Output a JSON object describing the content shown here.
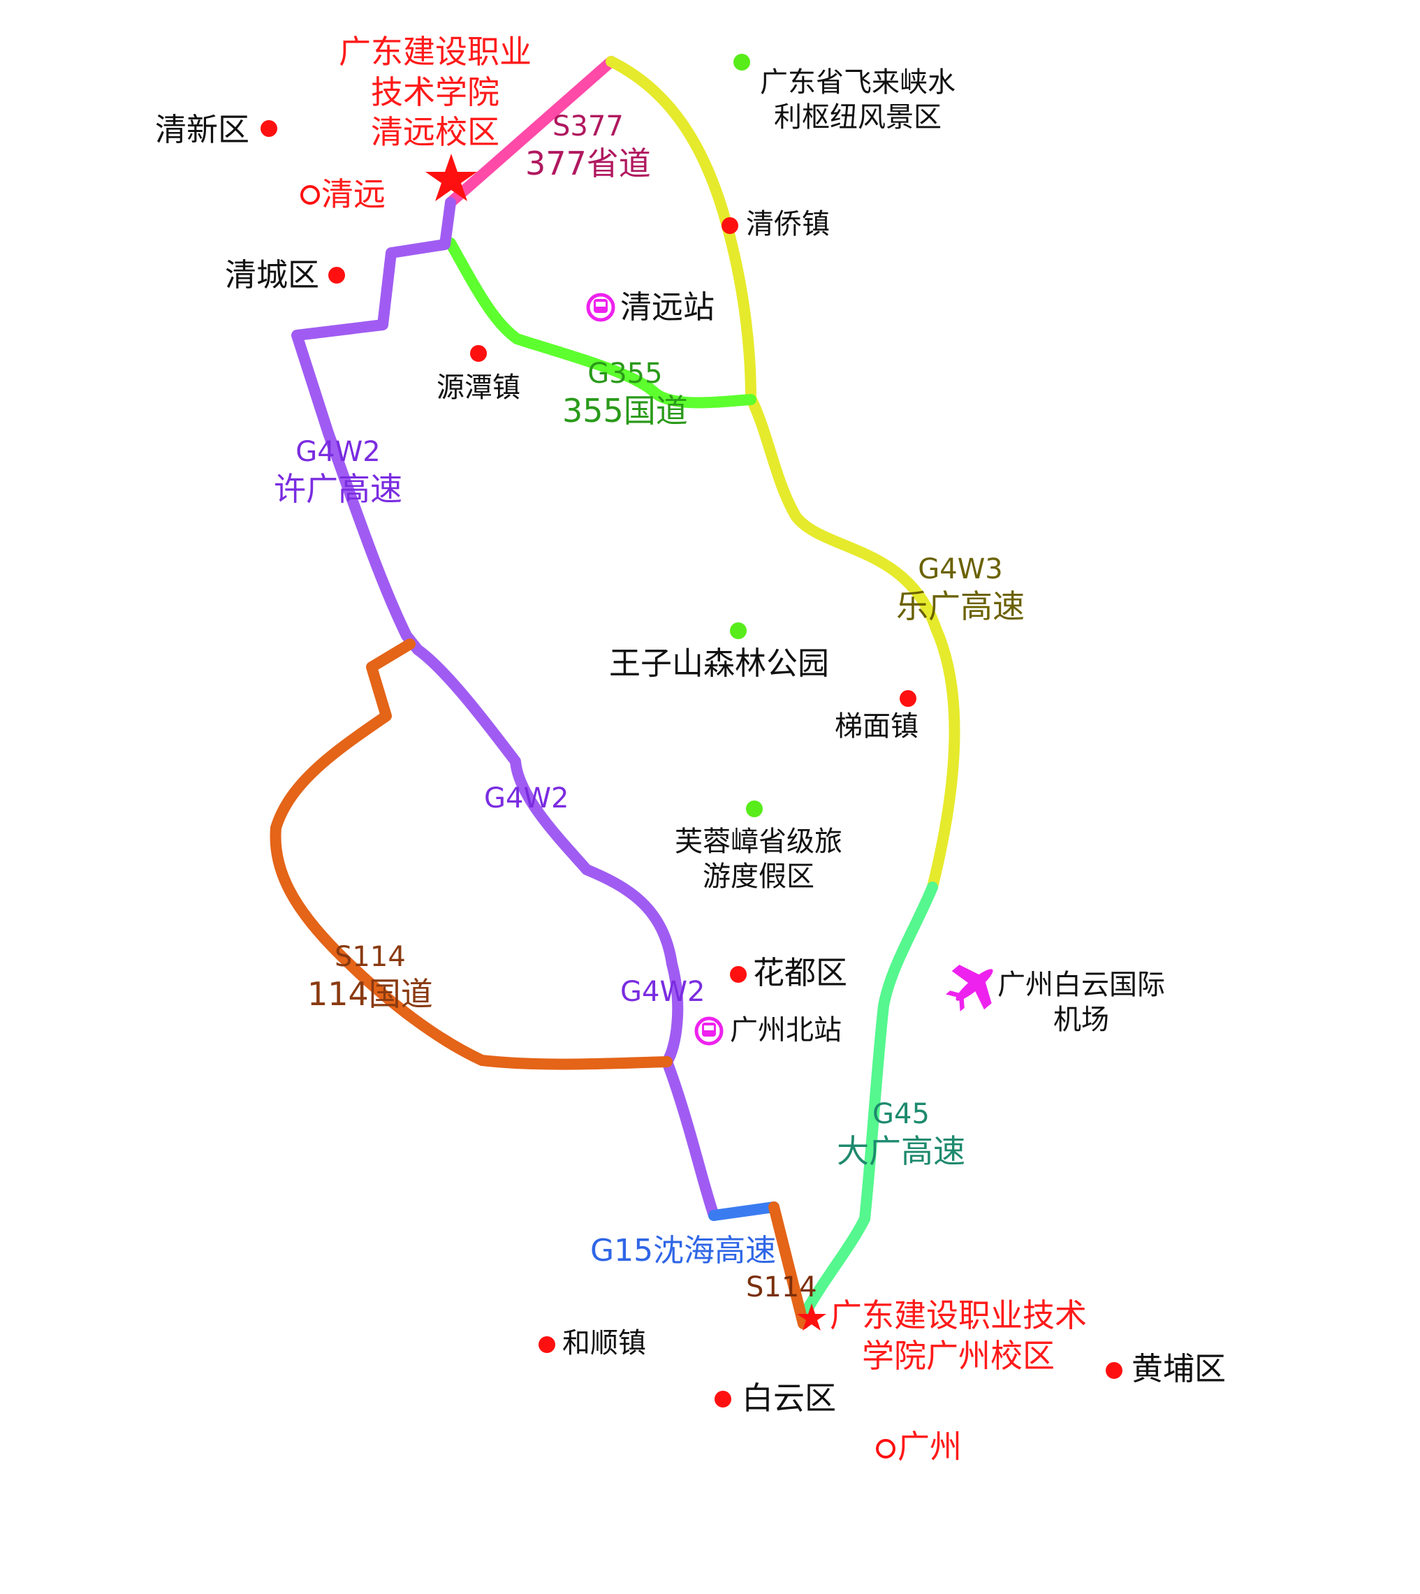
{
  "colors": {
    "pink_road": "#ff4aa8",
    "yellow_road": "#e6ea2c",
    "green_road": "#5dff2e",
    "mint_road": "#55f78e",
    "purple_road": "#a05cf2",
    "orange_road": "#e46418",
    "blue_road": "#3a7cf0",
    "red_place": "#ff1010",
    "green_scenic": "#58ec1a",
    "magenta_icon": "#ee22ee"
  },
  "campuses": {
    "qingyuan_lines": [
      "广东建设职业",
      "技术学院",
      "清远校区"
    ],
    "guangzhou_lines": [
      "广东建设职业技术",
      "学院广州校区"
    ]
  },
  "cities": {
    "qingyuan": "清远",
    "guangzhou": "广州"
  },
  "places": {
    "qingxin": "清新区",
    "qingcheng": "清城区",
    "qingqiao": "清侨镇",
    "yuantan": "源潭镇",
    "timian": "梯面镇",
    "huadu": "花都区",
    "heshun": "和顺镇",
    "baiyun": "白云区",
    "huangpu": "黄埔区"
  },
  "scenic": {
    "feilaixia_lines": [
      "广东省飞来峡水",
      "利枢纽风景区"
    ],
    "wangzishan": "王子山森林公园",
    "furongzhang_lines": [
      "芙蓉嶂省级旅",
      "游度假区"
    ]
  },
  "stations": {
    "qingyuan": "清远站",
    "guangzhou_north": "广州北站"
  },
  "airport": {
    "lines": [
      "广州白云国际",
      "机场"
    ]
  },
  "roads": {
    "s377": {
      "code": "S377",
      "name": "377省道",
      "color": "#b0185f"
    },
    "g355": {
      "code": "G355",
      "name": "355国道",
      "color": "#2a9a1a"
    },
    "g4w2_main": {
      "code": "G4W2",
      "name": "许广高速",
      "color": "#7a2ce0"
    },
    "g4w2_mid": {
      "code": "G4W2",
      "color": "#7a2ce0"
    },
    "g4w2_low": {
      "code": "G4W2",
      "color": "#7a2ce0"
    },
    "g4w3": {
      "code": "G4W3",
      "name": "乐广高速",
      "color": "#6b6200"
    },
    "s114_west": {
      "code": "S114",
      "name": "114国道",
      "color": "#8a3a10"
    },
    "g45": {
      "code": "G45",
      "name": "大广高速",
      "color": "#1e8a6e"
    },
    "g15": {
      "name": "G15沈海高速",
      "color": "#2f66e6"
    },
    "s114_south": {
      "code": "S114",
      "color": "#7a2f0a"
    }
  }
}
